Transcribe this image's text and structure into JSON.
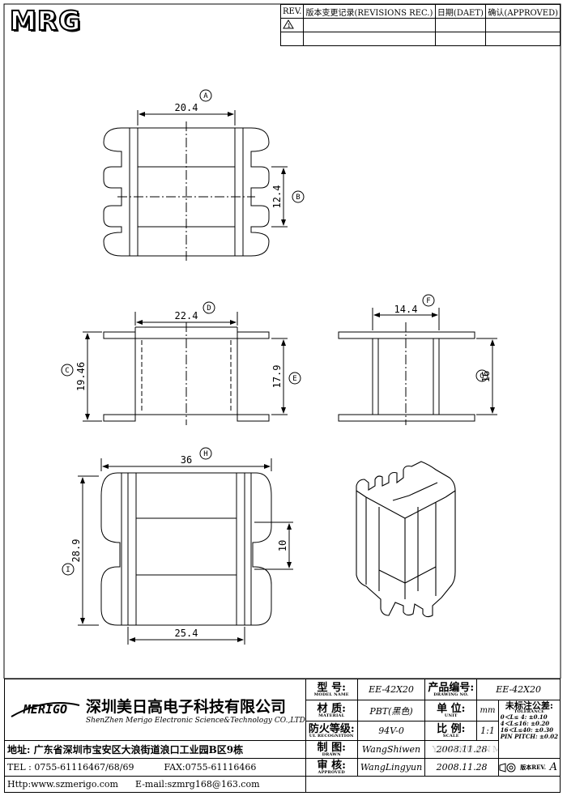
{
  "header": {
    "logo": "MRG",
    "revisions_table": {
      "col_rev": "REV.",
      "col_record": "版本变更记录(REVISIONS REC.)",
      "col_date": "日期(DAET)",
      "col_approved": "确认(APPROVED)",
      "triangle_mark": "1"
    }
  },
  "drawing": {
    "views": [
      {
        "bubble": "A",
        "dimension": "20.4"
      },
      {
        "bubble": "B",
        "dimension": "12.4"
      },
      {
        "bubble": "C",
        "dimension": "19.46"
      },
      {
        "bubble": "D",
        "dimension": "22.4"
      },
      {
        "bubble": "E",
        "dimension": "17.9"
      },
      {
        "bubble": "F",
        "dimension": "14.4"
      },
      {
        "bubble": "G",
        "dimension": "16"
      },
      {
        "bubble": "H",
        "dimension": "36"
      },
      {
        "bubble": "I",
        "dimension": "28.9"
      },
      {
        "bubble": "",
        "dimension": "10"
      },
      {
        "bubble": "",
        "dimension": "25.4"
      }
    ]
  },
  "title_block": {
    "company": {
      "brand": "MERIGO",
      "name_cn": "深圳美日高电子科技有限公司",
      "name_en": "ShenZhen Merigo Electronic Science&Technology CO.,LTD",
      "address": "地址: 广东省深圳市宝安区大浪街道浪口工业园B区9栋",
      "tel": "TEL : 0755-61116467/68/69",
      "fax": "FAX:0755-61116466",
      "http": "Http:www.szmerigo.com",
      "email": "E-mail:szmrg168@163.com"
    },
    "model": {
      "label_cn": "型 号:",
      "label_en": "MODEL NAME",
      "value": "EE-42X20"
    },
    "material": {
      "label_cn": "材 质:",
      "label_en": "MATERIAL",
      "value": "PBT(黑色)"
    },
    "fire": {
      "label_cn": "防火等级:",
      "label_en": "UL RECOGNITION",
      "value": "94V-0"
    },
    "drawn": {
      "label_cn": "制 图:",
      "label_en": "DRAWN",
      "value": "WangShiwen",
      "date": "2008.11.28"
    },
    "approved": {
      "label_cn": "审 核:",
      "label_en": "APPROVED",
      "value": "WangLingyun",
      "date": "2008.11.28"
    },
    "drawing_no": {
      "label_cn": "产品编号:",
      "label_en": "DRAWING NO.",
      "value": "EE-42X20"
    },
    "unit": {
      "label_cn": "单 位:",
      "label_en": "UNIT",
      "value": "mm"
    },
    "scale": {
      "label_cn": "比 例:",
      "label_en": "SCALE",
      "value": "1:1"
    },
    "tolerance": {
      "label_cn": "未标注公差:",
      "label_en": "TOLERANCE",
      "rows": [
        "0＜L≤ 4:  ±0.10",
        "4＜L≤16:  ±0.20",
        "16＜L≤40: ±0.30",
        "PIN PITCH: ±0.02"
      ]
    },
    "version": {
      "label_cn": "版本REV.",
      "value": "A"
    },
    "watermark": "YUNXUANMEI"
  }
}
